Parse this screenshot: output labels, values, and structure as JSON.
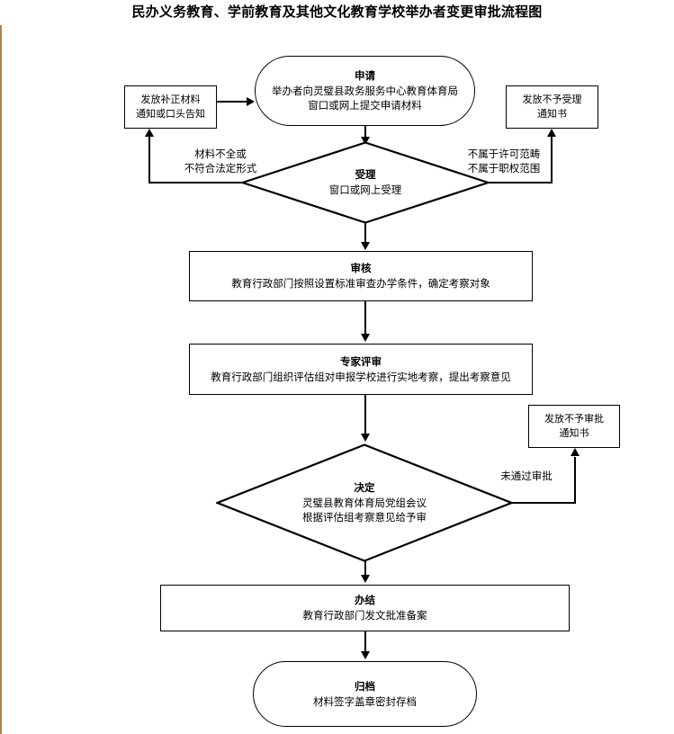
{
  "page": {
    "title": "民办义务教育、学前教育及其他文化教育学校举办者变更审批流程图",
    "background_color": "#ffffff",
    "line_color": "#000000",
    "left_rule_color": "#b08050"
  },
  "chart_data": {
    "type": "diagram",
    "title": "民办义务教育、学前教育及其他文化教育学校举办者变更审批流程图",
    "nodes": [
      {
        "id": "apply",
        "shape": "rounded-rectangle",
        "title": "申请",
        "lines": [
          "举办者向灵璧县政务服务中心教育体育局",
          "窗口或网上提交申请材料"
        ]
      },
      {
        "id": "supplement",
        "shape": "rectangle",
        "title": "",
        "lines": [
          "发放补正材料",
          "通知或口头告知"
        ]
      },
      {
        "id": "reject-accept",
        "shape": "rectangle",
        "title": "",
        "lines": [
          "发放不予受理",
          "通知书"
        ]
      },
      {
        "id": "accept",
        "shape": "diamond",
        "title": "受理",
        "lines": [
          "窗口或网上受理"
        ]
      },
      {
        "id": "review",
        "shape": "rectangle",
        "title": "审核",
        "lines": [
          "教育行政部门按照设置标准审查办学条件，确定考察对象"
        ]
      },
      {
        "id": "expert-review",
        "shape": "rectangle",
        "title": "专家评审",
        "lines": [
          "教育行政部门组织评估组对申报学校进行实地考察，提出考察意见"
        ]
      },
      {
        "id": "reject-approve",
        "shape": "rectangle",
        "title": "",
        "lines": [
          "发放不予审批",
          "通知书"
        ]
      },
      {
        "id": "decision",
        "shape": "diamond",
        "title": "决定",
        "lines": [
          "灵璧县教育体育局党组会议",
          "根据评估组考察意见给予审"
        ]
      },
      {
        "id": "complete",
        "shape": "rectangle",
        "title": "办结",
        "lines": [
          "教育行政部门发文批准备案"
        ]
      },
      {
        "id": "archive",
        "shape": "rounded-rectangle",
        "title": "归档",
        "lines": [
          "材料签字盖章密封存档"
        ]
      }
    ],
    "edges": [
      {
        "from": "supplement",
        "to": "apply",
        "label": ""
      },
      {
        "from": "apply",
        "to": "accept",
        "label": ""
      },
      {
        "from": "accept",
        "to": "supplement",
        "label": "材料不全或\n不符合法定形式"
      },
      {
        "from": "accept",
        "to": "reject-accept",
        "label": "不属于许可范畴\n不属于职权范围"
      },
      {
        "from": "accept",
        "to": "review",
        "label": ""
      },
      {
        "from": "review",
        "to": "expert-review",
        "label": ""
      },
      {
        "from": "expert-review",
        "to": "decision",
        "label": ""
      },
      {
        "from": "decision",
        "to": "reject-approve",
        "label": "未通过审批"
      },
      {
        "from": "decision",
        "to": "complete",
        "label": ""
      },
      {
        "from": "complete",
        "to": "archive",
        "label": ""
      }
    ],
    "edge_labels": {
      "incomplete_material_l1": "材料不全或",
      "incomplete_material_l2": "不符合法定形式",
      "out_of_scope_l1": "不属于许可范畴",
      "out_of_scope_l2": "不属于职权范围",
      "not_approved": "未通过审批"
    }
  }
}
